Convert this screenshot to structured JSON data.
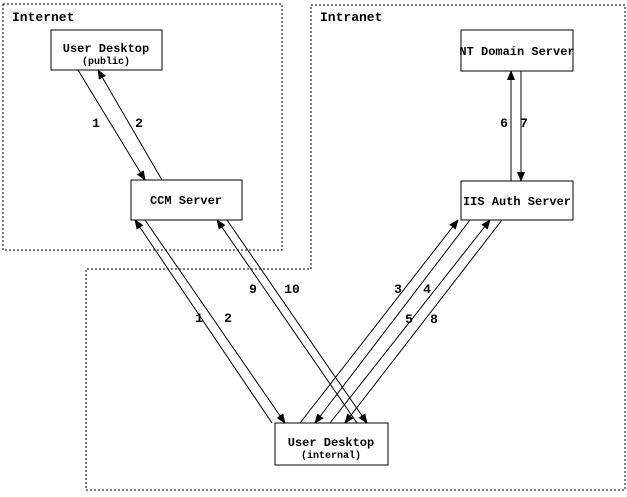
{
  "diagram": {
    "type": "network-authentication-flow",
    "colors": {
      "foreground": "#000000",
      "background": "#ffffff"
    },
    "zones": [
      {
        "id": "internet",
        "label": "Internet"
      },
      {
        "id": "intranet",
        "label": "Intranet"
      }
    ],
    "nodes": [
      {
        "id": "user-desktop-public",
        "title": "User Desktop",
        "subtitle": "(public)",
        "zone": "internet"
      },
      {
        "id": "ccm-server",
        "title": "CCM Server",
        "zone": "internet"
      },
      {
        "id": "nt-domain-server",
        "title": "NT Domain Server",
        "zone": "intranet"
      },
      {
        "id": "iis-auth-server",
        "title": "IIS Auth Server",
        "zone": "intranet"
      },
      {
        "id": "user-desktop-internal",
        "title": "User Desktop",
        "subtitle": "(internal)",
        "zone": "intranet"
      }
    ],
    "edges": [
      {
        "label": "1",
        "from": "user-desktop-public",
        "to": "ccm-server"
      },
      {
        "label": "2",
        "from": "ccm-server",
        "to": "user-desktop-public"
      },
      {
        "label": "1",
        "from": "user-desktop-internal",
        "to": "ccm-server"
      },
      {
        "label": "2",
        "from": "ccm-server",
        "to": "user-desktop-internal"
      },
      {
        "label": "9",
        "from": "user-desktop-internal",
        "to": "ccm-server"
      },
      {
        "label": "10",
        "from": "ccm-server",
        "to": "user-desktop-internal"
      },
      {
        "label": "3",
        "from": "user-desktop-internal",
        "to": "iis-auth-server"
      },
      {
        "label": "4",
        "from": "iis-auth-server",
        "to": "user-desktop-internal"
      },
      {
        "label": "5",
        "from": "user-desktop-internal",
        "to": "iis-auth-server"
      },
      {
        "label": "8",
        "from": "iis-auth-server",
        "to": "user-desktop-internal"
      },
      {
        "label": "6",
        "from": "iis-auth-server",
        "to": "nt-domain-server"
      },
      {
        "label": "7",
        "from": "nt-domain-server",
        "to": "iis-auth-server"
      }
    ]
  }
}
